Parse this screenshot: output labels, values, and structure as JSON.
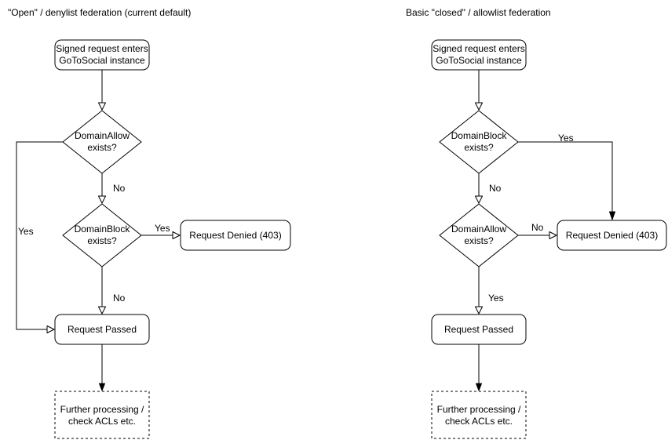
{
  "left_chart": {
    "title": "\"Open\" / denylist federation (current default)",
    "start": "Signed request enters\nGoToSocial instance",
    "decision_allow": "DomainAllow\nexists?",
    "decision_block": "DomainBlock\nexists?",
    "label_no_after_allow": "No",
    "label_yes_loop": "Yes",
    "label_yes_to_denied": "Yes",
    "label_no_after_block": "No",
    "denied": "Request Denied (403)",
    "passed": "Request Passed",
    "further": "Further processing /\ncheck ACLs etc."
  },
  "right_chart": {
    "title": "Basic \"closed\" / allowlist federation",
    "start": "Signed request enters\nGoToSocial instance",
    "decision_block": "DomainBlock\nexists?",
    "decision_allow": "DomainAllow\nexists?",
    "label_yes_to_denied": "Yes",
    "label_no_after_block": "No",
    "label_no_to_denied": "No",
    "label_yes_after_allow": "Yes",
    "denied": "Request Denied (403)",
    "passed": "Request Passed",
    "further": "Further processing /\ncheck ACLs etc."
  },
  "colors": {
    "stroke": "#000000",
    "shape_fill": "#ffffff",
    "text": "#000000",
    "background": "#ffffff"
  }
}
